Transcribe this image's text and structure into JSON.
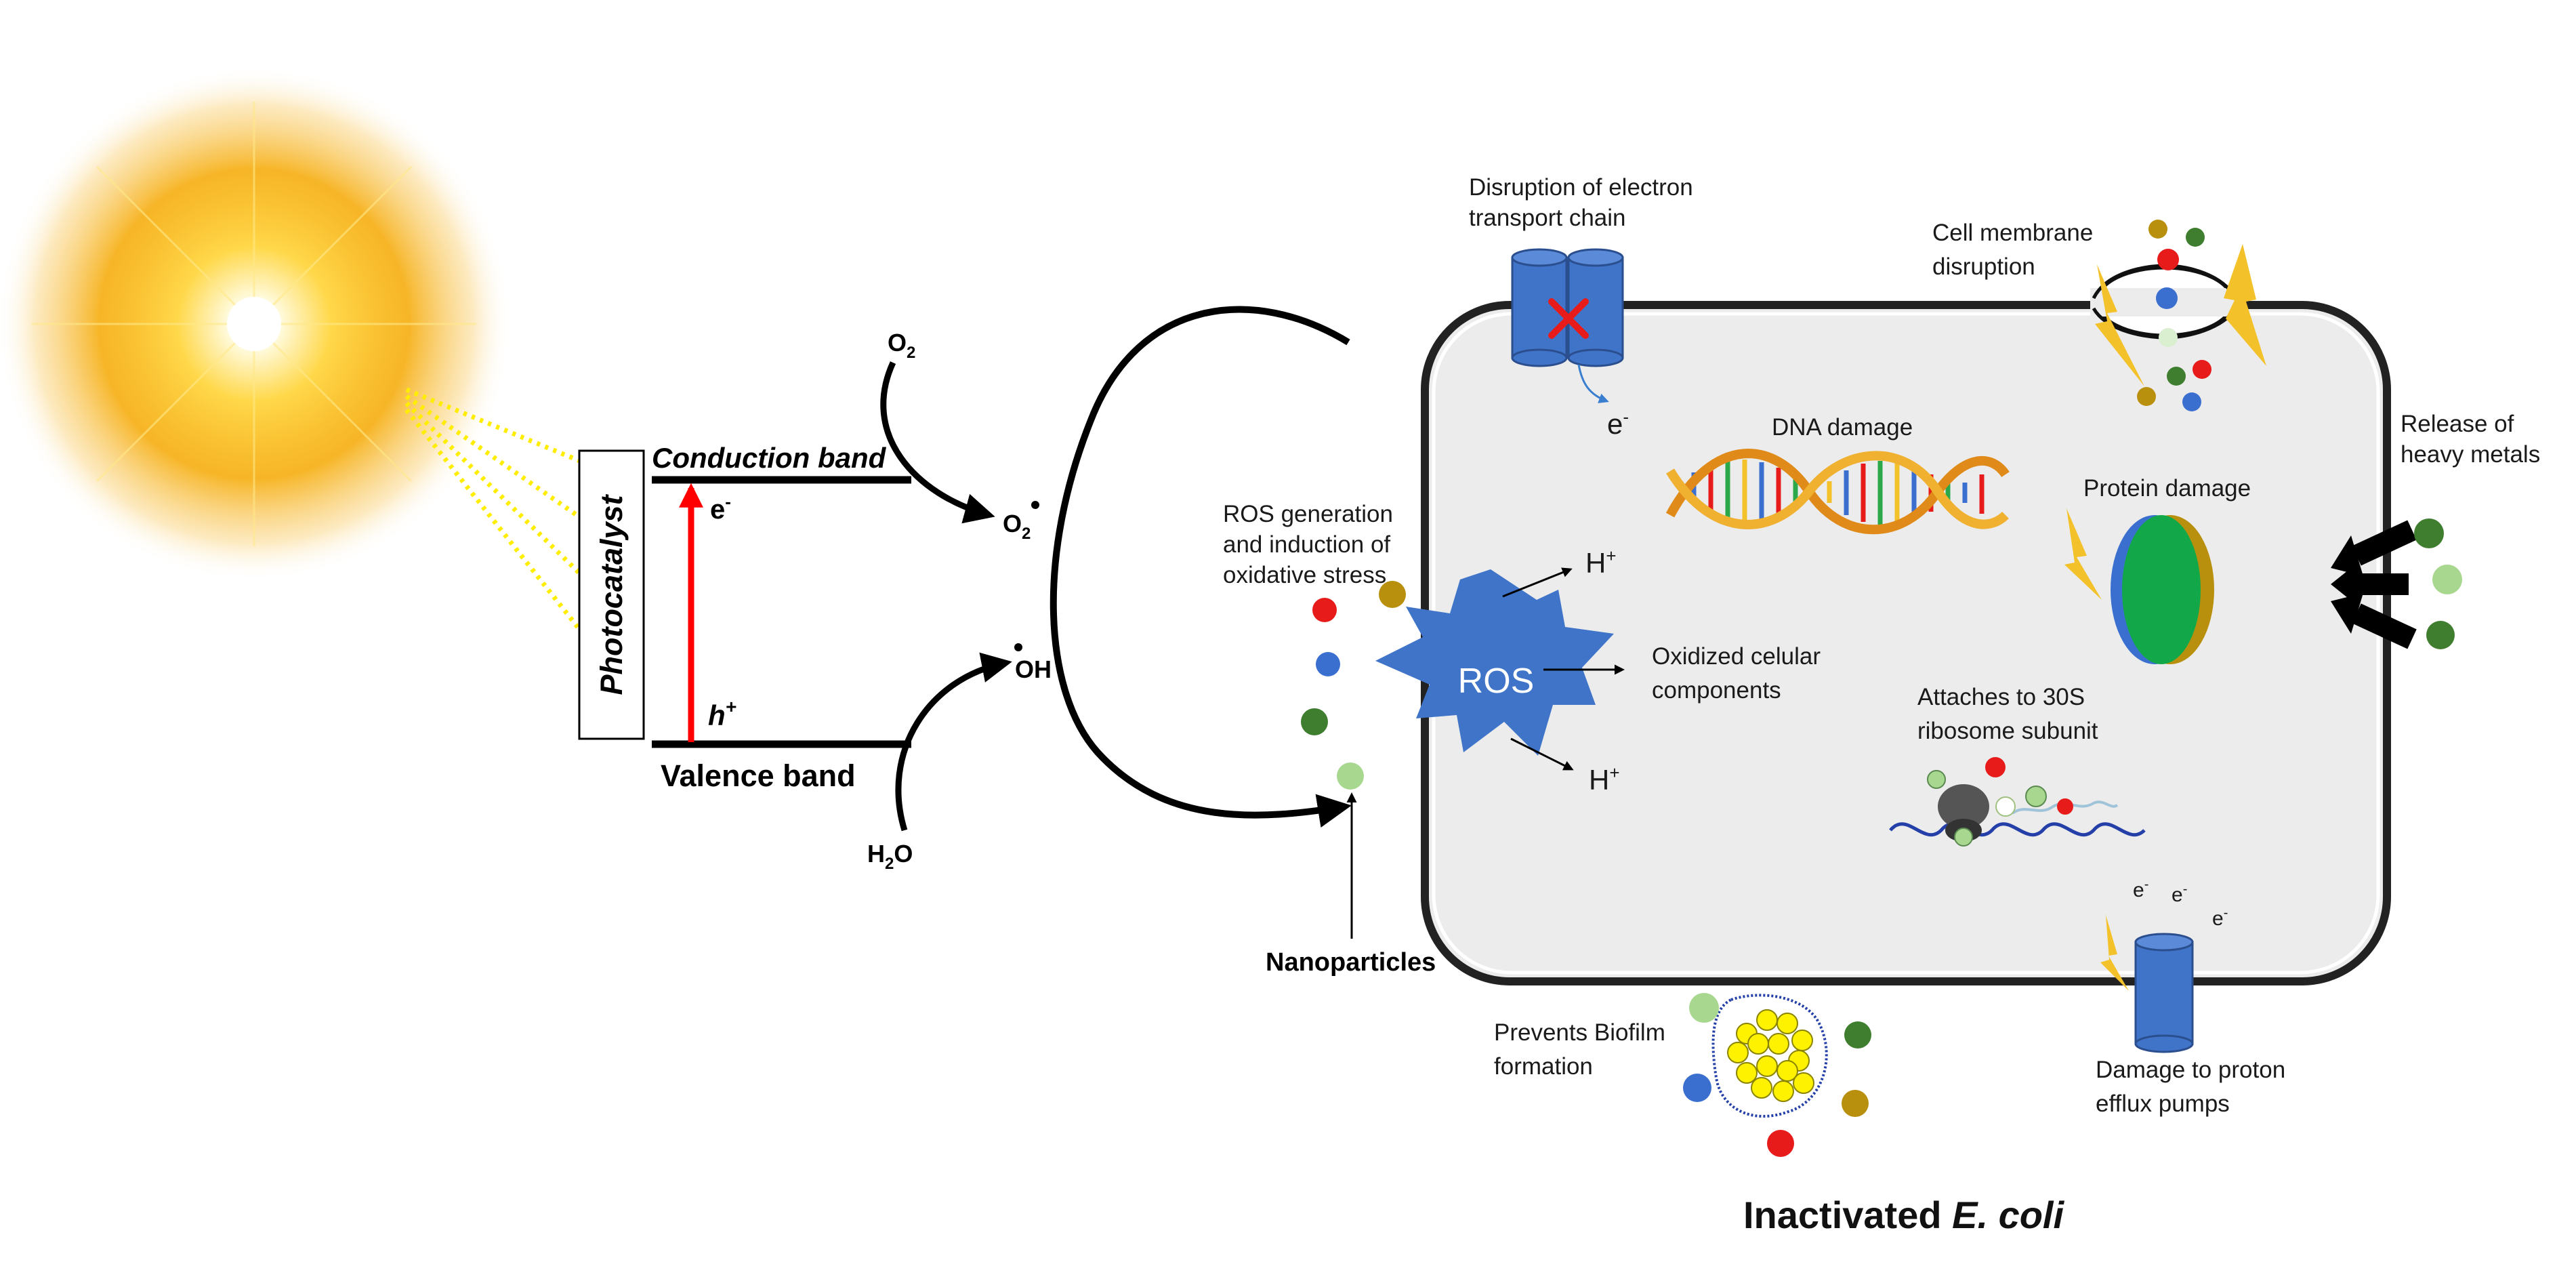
{
  "photocatalyst": {
    "title": "Photocatalyst",
    "conduction_band": "Conduction band",
    "valence_band": "Valence band",
    "electron": "e",
    "electron_sup": "-",
    "hole": "h",
    "hole_sup": "+"
  },
  "species": {
    "o2": "O",
    "o2_sub": "2",
    "superoxide": "O",
    "superoxide_sub": "2",
    "hydroxyl": "OH",
    "water_h": "H",
    "water_sub": "2",
    "water_o": "O"
  },
  "cell": {
    "ros_center": "ROS",
    "ros_generation": [
      "ROS  generation",
      "and  induction  of",
      "oxidative stress"
    ],
    "nanoparticles": "Nanoparticles",
    "h_plus": "H",
    "h_plus_sup": "+",
    "oxidized": [
      "Oxidized celular",
      "components"
    ],
    "etc": [
      "Disruption of electron",
      "transport chain"
    ],
    "etc_electron": "e",
    "etc_electron_sup": "-",
    "membrane": [
      "Cell membrane",
      "disruption"
    ],
    "dna": "DNA damage",
    "protein": "Protein damage",
    "heavy_metals": [
      "Release     of",
      "heavy metals"
    ],
    "ribosome": [
      "Attaches to 30S",
      "ribosome subunit"
    ],
    "biofilm": [
      "Prevents Biofilm",
      "formation"
    ],
    "proton_pumps": [
      "Damage to proton",
      "efflux pumps"
    ],
    "pump_electron": "e",
    "pump_electron_sup": "-",
    "inactivated_prefix": "Inactivated ",
    "inactivated_italic": "E. coli"
  },
  "colors": {
    "sun": "#f7b400",
    "red_dot": "#e81b1b",
    "blue_dot": "#3a6fcf",
    "dark_green_dot": "#3f7d2f",
    "light_green_dot": "#a8d890",
    "olive_dot": "#b8900e",
    "ros_star": "#3f74c9",
    "cell_fill": "#ececec",
    "lightning": "#f3c12a",
    "protein_green": "#12a84a",
    "excitation_arrow": "#ff0000"
  }
}
